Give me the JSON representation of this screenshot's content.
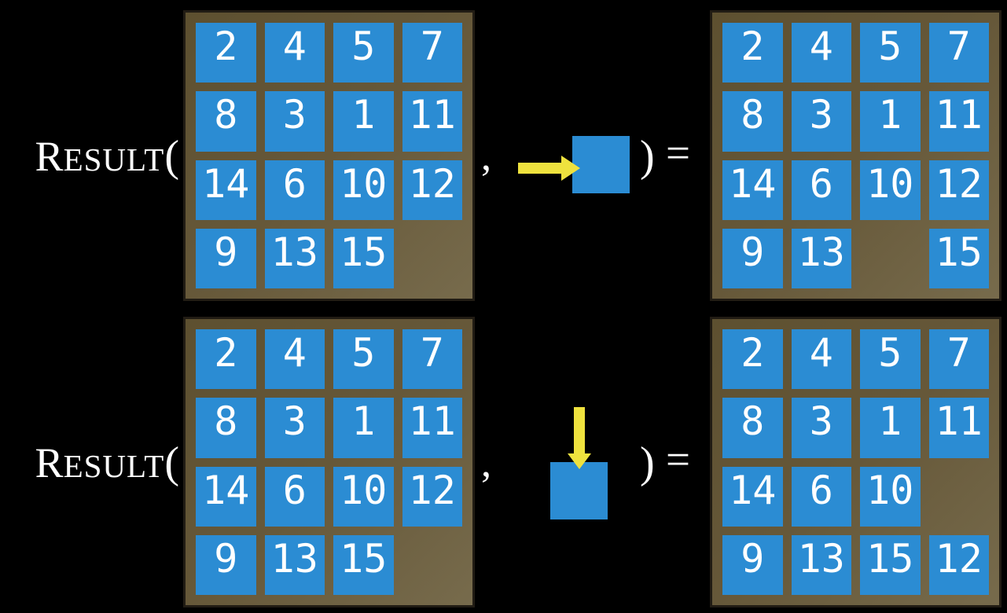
{
  "colors": {
    "background": "#000000",
    "tile_blue": "#2b8cd3",
    "frame_brown": "#665839",
    "frame_border": "#211c14",
    "arrow_yellow": "#efe23e",
    "text_white": "#ffffff"
  },
  "function": {
    "name_initial": "R",
    "name_rest": "ESULT",
    "open_paren": "(",
    "comma": ",",
    "close_paren": ")",
    "equals": "="
  },
  "rows": [
    {
      "id": "result-right",
      "move_icon": "arrow-right-icon",
      "input_board": [
        [
          "2",
          "4",
          "5",
          "7"
        ],
        [
          "8",
          "3",
          "1",
          "11"
        ],
        [
          "14",
          "6",
          "10",
          "12"
        ],
        [
          "9",
          "13",
          "15",
          ""
        ]
      ],
      "output_board": [
        [
          "2",
          "4",
          "5",
          "7"
        ],
        [
          "8",
          "3",
          "1",
          "11"
        ],
        [
          "14",
          "6",
          "10",
          "12"
        ],
        [
          "9",
          "13",
          "",
          "15"
        ]
      ]
    },
    {
      "id": "result-down",
      "move_icon": "arrow-down-icon",
      "input_board": [
        [
          "2",
          "4",
          "5",
          "7"
        ],
        [
          "8",
          "3",
          "1",
          "11"
        ],
        [
          "14",
          "6",
          "10",
          "12"
        ],
        [
          "9",
          "13",
          "15",
          ""
        ]
      ],
      "output_board": [
        [
          "2",
          "4",
          "5",
          "7"
        ],
        [
          "8",
          "3",
          "1",
          "11"
        ],
        [
          "14",
          "6",
          "10",
          ""
        ],
        [
          "9",
          "13",
          "15",
          "12"
        ]
      ]
    }
  ]
}
